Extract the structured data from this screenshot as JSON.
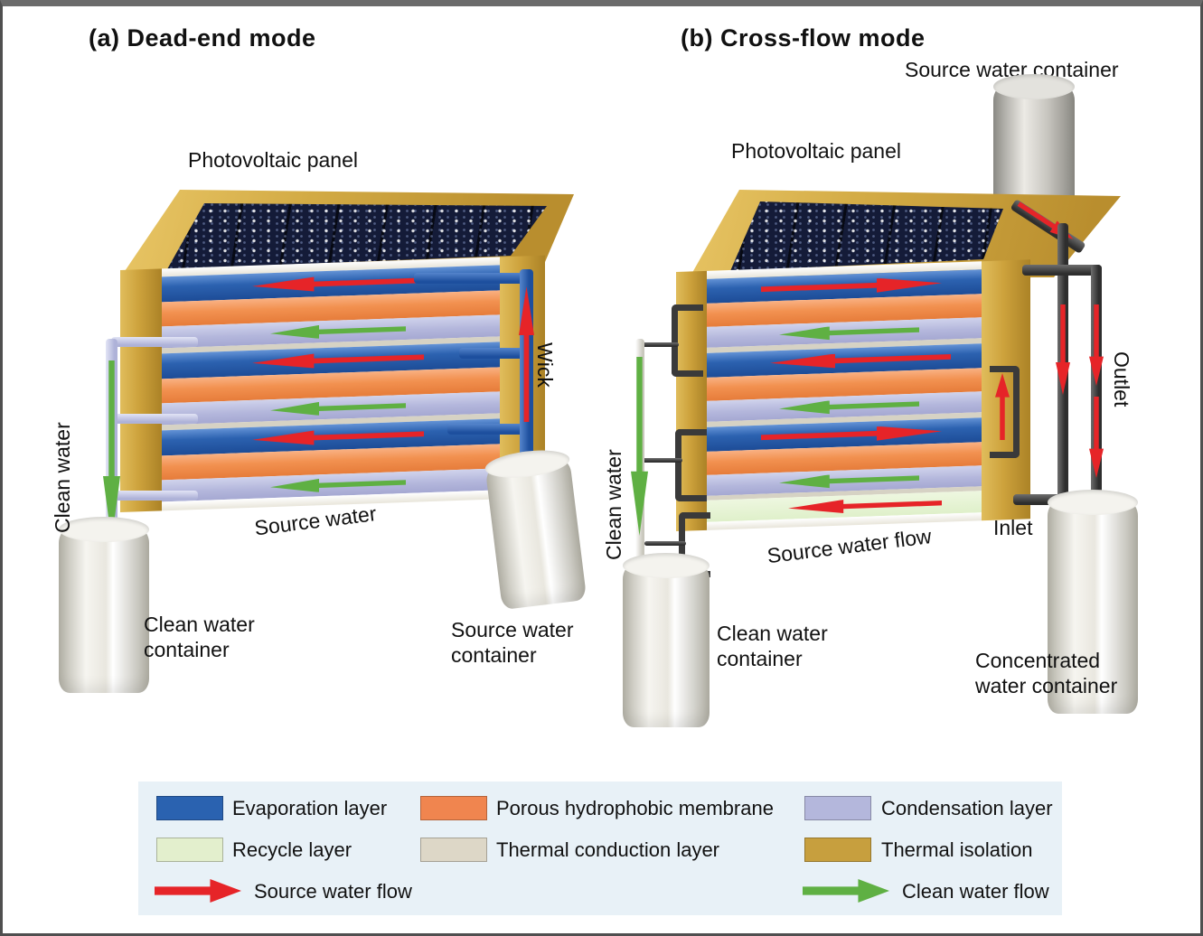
{
  "figure": {
    "description": "Schematic of a photovoltaic multilayer membrane-distillation desalination device in two operating modes",
    "titles": {
      "a": "(a) Dead-end mode",
      "b": "(b) Cross-flow mode"
    }
  },
  "panel_a": {
    "photovoltaic": "Photovoltaic panel",
    "clean_water": "Clean water",
    "wick": "Wick",
    "source_water": "Source water",
    "clean_water_container": "Clean water container",
    "source_water_container": "Source water container",
    "stack_layers_top_to_bottom": [
      {
        "layer": "thermal conduction",
        "flow": null
      },
      {
        "layer": "evaporation",
        "flow": "source water, left"
      },
      {
        "layer": "porous hydrophobic membrane",
        "flow": null
      },
      {
        "layer": "condensation",
        "flow": "clean water, left"
      },
      {
        "layer": "evaporation",
        "flow": "source water, left"
      },
      {
        "layer": "porous hydrophobic membrane",
        "flow": null
      },
      {
        "layer": "condensation",
        "flow": "clean water, left"
      },
      {
        "layer": "evaporation",
        "flow": "source water, left"
      },
      {
        "layer": "porous hydrophobic membrane",
        "flow": null
      },
      {
        "layer": "condensation",
        "flow": "clean water, left"
      }
    ],
    "wick_flow": "source water drawn upward from source water container"
  },
  "panel_b": {
    "source_water_container": "Source water container",
    "photovoltaic": "Photovoltaic panel",
    "clean_water": "Clean water",
    "outlet": "Outlet",
    "inlet": "Inlet",
    "source_water_flow": "Source water flow",
    "clean_water_container": "Clean water container",
    "concentrated_water_container": "Concentrated water container",
    "stack_layers_top_to_bottom": [
      {
        "layer": "thermal conduction",
        "flow": null
      },
      {
        "layer": "evaporation",
        "flow": "source water, right"
      },
      {
        "layer": "porous hydrophobic membrane",
        "flow": null
      },
      {
        "layer": "condensation",
        "flow": "clean water, left"
      },
      {
        "layer": "evaporation",
        "flow": "source water, left"
      },
      {
        "layer": "porous hydrophobic membrane",
        "flow": null
      },
      {
        "layer": "condensation",
        "flow": "clean water, left"
      },
      {
        "layer": "evaporation",
        "flow": "source water, right"
      },
      {
        "layer": "porous hydrophobic membrane",
        "flow": null
      },
      {
        "layer": "condensation",
        "flow": "clean water, left"
      },
      {
        "layer": "recycle",
        "flow": "source water, left"
      }
    ]
  },
  "legend": {
    "items": [
      {
        "label": "Evaporation layer",
        "color": "#2a62b0",
        "kind": "swatch"
      },
      {
        "label": "Recycle layer",
        "color": "#e3efcd",
        "kind": "swatch"
      },
      {
        "label": "Source water flow",
        "color": "#e62428",
        "kind": "arrow"
      },
      {
        "label": "Porous hydrophobic membrane",
        "color": "#f0854f",
        "kind": "swatch"
      },
      {
        "label": "Thermal conduction layer",
        "color": "#ddd7c7",
        "kind": "swatch"
      },
      {
        "label": "Condensation layer",
        "color": "#b4b7dc",
        "kind": "swatch"
      },
      {
        "label": "Thermal isolation",
        "color": "#c79f3e",
        "kind": "swatch"
      },
      {
        "label": "Clean water flow",
        "color": "#5fb043",
        "kind": "arrow"
      }
    ]
  },
  "colors": {
    "evaporation": "#2a62b0",
    "membrane": "#f0854f",
    "condensation": "#b4b7dc",
    "recycle": "#e3efcd",
    "conduction": "#ddd7c7",
    "isolation": "#c79f3e",
    "source_flow_red": "#e62428",
    "clean_flow_green": "#5fb043",
    "pv_panel": "#141b38",
    "legend_background": "#e8f1f7"
  }
}
